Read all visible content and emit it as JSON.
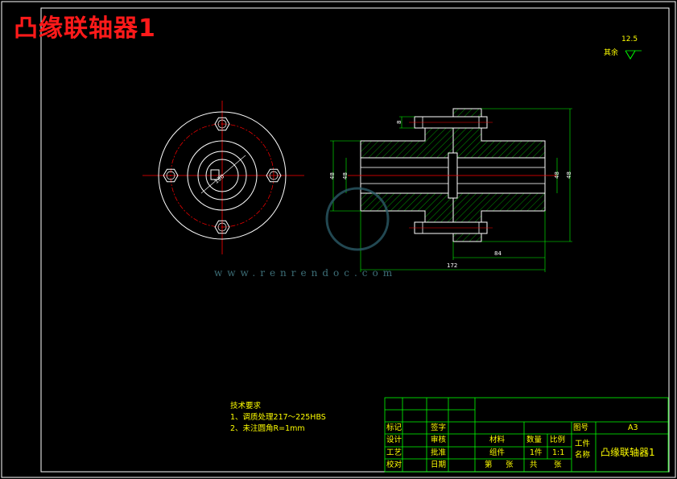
{
  "drawing": {
    "title": "凸缘联轴器1",
    "roughness": {
      "value": "12.5",
      "label": "其余"
    },
    "dimensions": {
      "d1": "8",
      "d2": "172",
      "d3": "84",
      "d4": "48",
      "d5": "48",
      "d6": "48",
      "d7": "48",
      "d8": "130"
    },
    "tech_requirements": {
      "heading": "技术要求",
      "items": [
        "1、调质处理217～225HBS",
        "2、未注圆角R=1mm"
      ]
    },
    "watermark": "www.renrendoc.com",
    "title_block": {
      "row1": {
        "biaoji": "标记",
        "qianzi": "签字",
        "tuhao_label": "图号",
        "tuhao": "A3"
      },
      "row2": {
        "sheji": "设计",
        "shenhe": "审核",
        "cailiao": "材料",
        "shuliang": "数量",
        "bili": "比例",
        "gongjian": "工件",
        "mingcheng": "名称",
        "part_name": "凸缘联轴器1"
      },
      "row3": {
        "gongyi": "工艺",
        "pizhun": "批准",
        "zuhe": "组件",
        "count": "1件",
        "ratio": "1:1"
      },
      "row4": {
        "jiaodui": "校对",
        "riqi": "日期",
        "di": "第",
        "zhang1": "张",
        "gong": "共",
        "zhang2": "张"
      }
    },
    "colors": {
      "frame": "#ffffff",
      "title": "#ff1a1a",
      "outline": "#00ff00",
      "text": "#ffff00",
      "center": "#ff0000",
      "hatch": "#00ff00"
    }
  }
}
